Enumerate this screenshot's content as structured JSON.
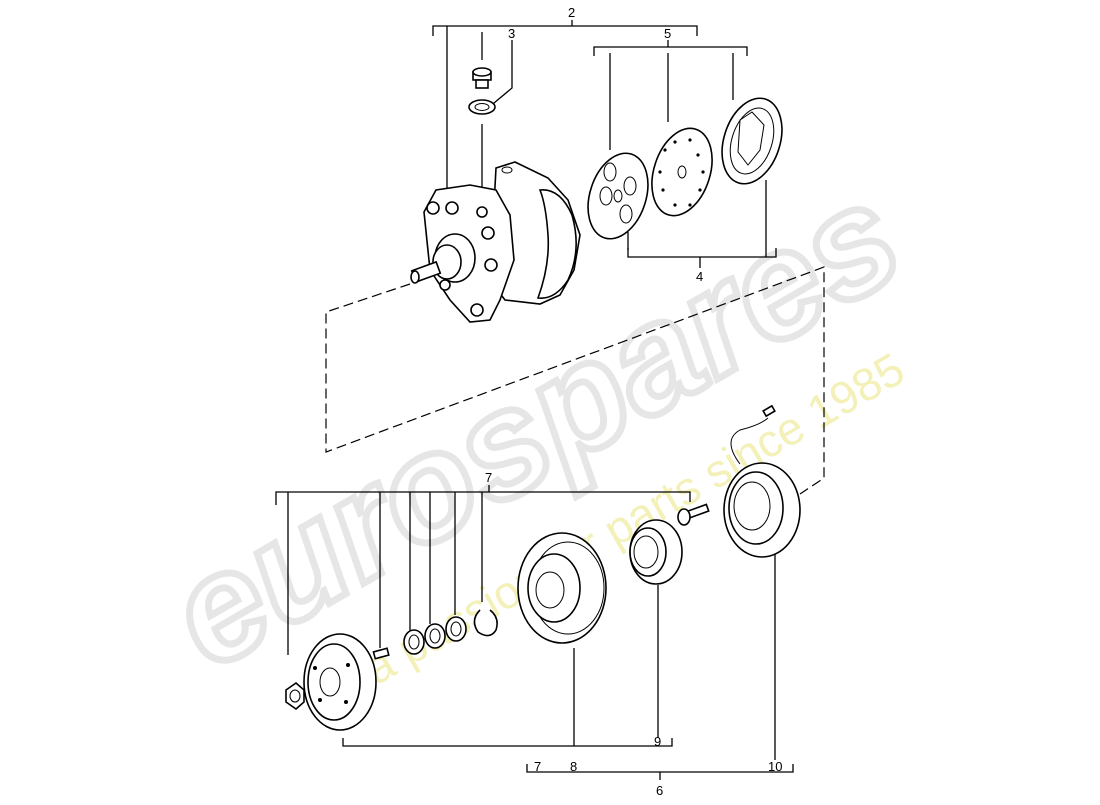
{
  "callouts": {
    "c2": "2",
    "c3": "3",
    "c4": "4",
    "c5": "5",
    "c6": "6",
    "c7_top": "7",
    "c7_bottom": "7",
    "c8": "8",
    "c9": "9",
    "c10": "10"
  },
  "watermark": {
    "brand": "eurospares",
    "tagline": "a passion for parts since 1985",
    "brand_color": "#e6e6e6",
    "tagline_color": "#f3f0b8"
  }
}
